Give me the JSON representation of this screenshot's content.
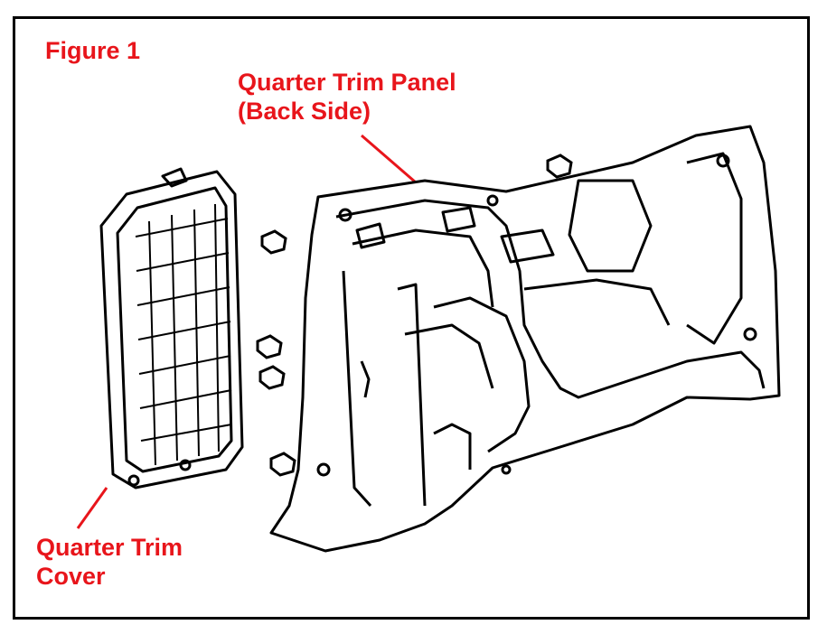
{
  "figure_label": "Figure 1",
  "panel_label": {
    "line1": "Quarter Trim Panel",
    "line2": "(Back Side)"
  },
  "cover_label": {
    "line1": "Quarter Trim",
    "line2": "Cover"
  },
  "colors": {
    "label": "#e8151b",
    "line": "#000000",
    "background": "#ffffff"
  }
}
